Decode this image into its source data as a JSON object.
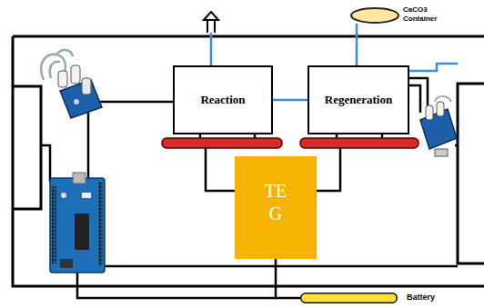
{
  "diagram": {
    "nodes": [
      {
        "text": [
          "CaCO3 Container"
        ]
      },
      {
        "text": [
          "Reaction"
        ]
      },
      {
        "text": [
          "Regeneration"
        ]
      },
      {
        "text": [
          "TE G"
        ]
      },
      {
        "text": [
          "Battery"
        ]
      }
    ],
    "edges": [
      {
        "from": 1,
        "to": 2,
        "arrow": "none"
      },
      {
        "from": 2,
        "to": 0,
        "arrow": "none"
      },
      {
        "from": 3,
        "to": 4,
        "arrow": "none"
      }
    ]
  }
}
